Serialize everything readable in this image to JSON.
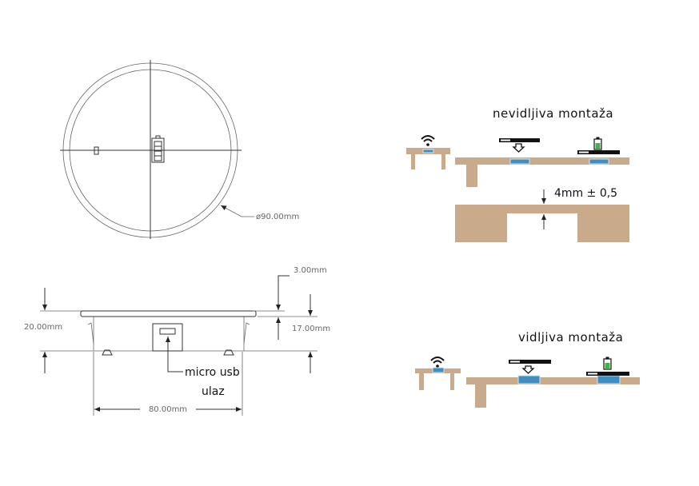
{
  "top_view": {
    "diameter_label": "ø90.00mm"
  },
  "side_view": {
    "height_total_label": "20.00mm",
    "rim_label": "3.00mm",
    "body_label": "17.00mm",
    "width_label": "80.00mm",
    "usb_label_line1": "micro usb",
    "usb_label_line2": "ulaz"
  },
  "hidden_mount": {
    "title": "nevidljiva montaža",
    "thickness_label": "4mm ± 0,5"
  },
  "visible_mount": {
    "title": "vidljiva montaža"
  },
  "colors": {
    "wood": "#c9ab8b",
    "charger_pad": "#3f8dc1",
    "battery": "#3cb44a"
  }
}
